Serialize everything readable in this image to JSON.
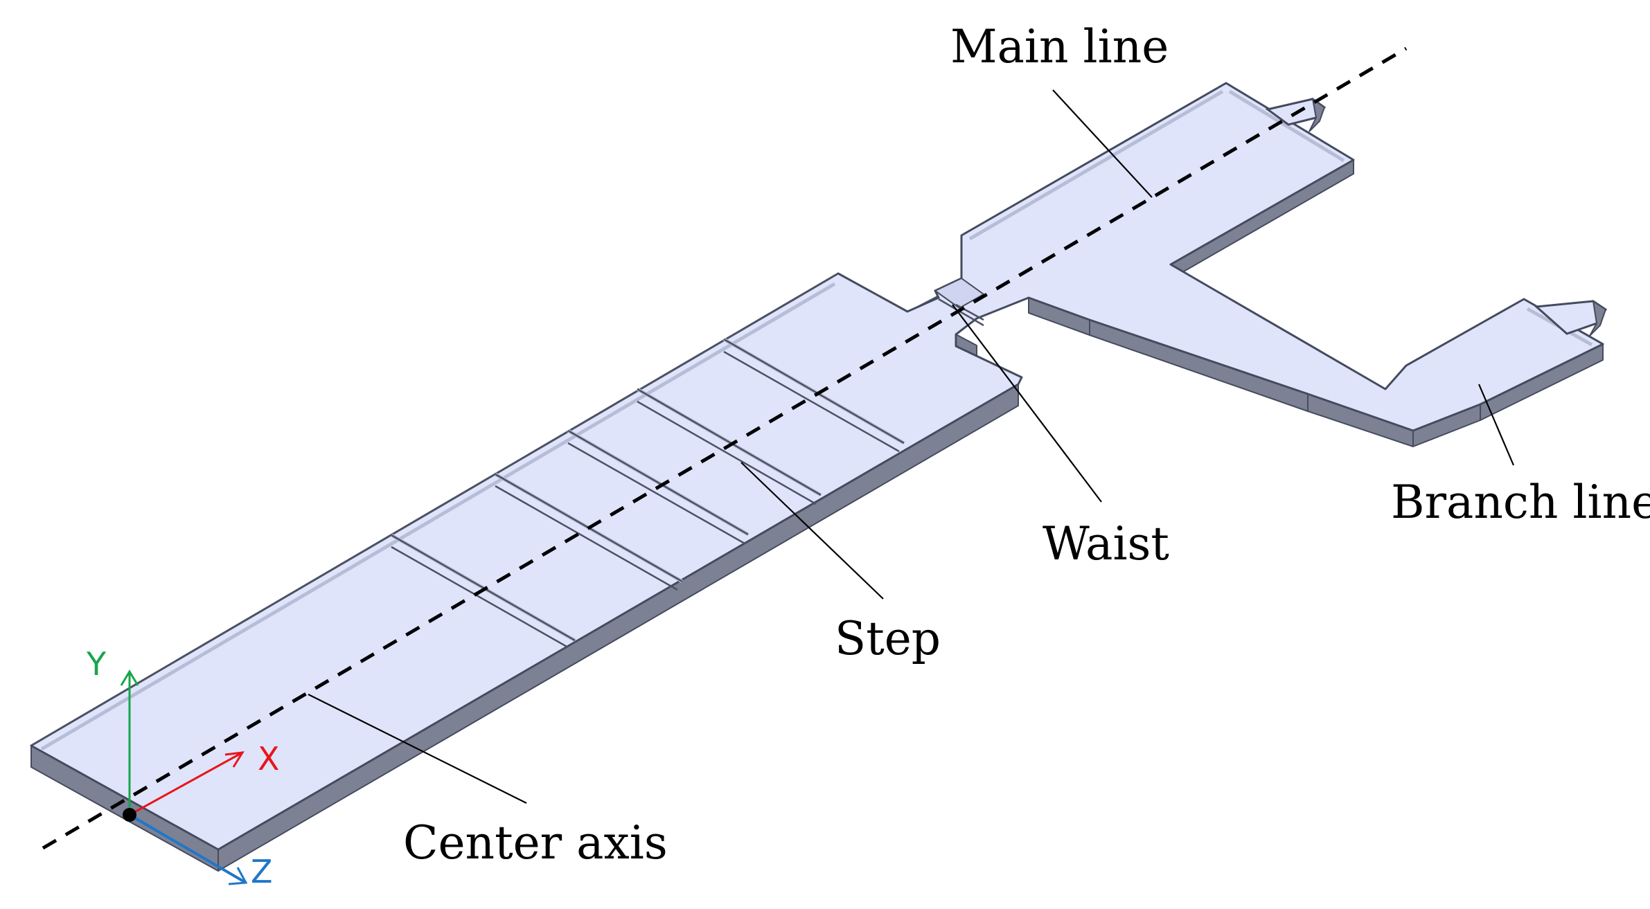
{
  "labels": {
    "main_line": "Main line",
    "branch_line": "Branch line",
    "waist": "Waist",
    "step": "Step",
    "center_axis": "Center axis"
  },
  "axes": {
    "x": "X",
    "y": "Y",
    "z": "Z"
  },
  "colors": {
    "x_axis": "#e8161b",
    "y_axis": "#17a64a",
    "z_axis": "#1f77c9",
    "surface": "#dfe4fb",
    "wall": "#7d8194"
  }
}
